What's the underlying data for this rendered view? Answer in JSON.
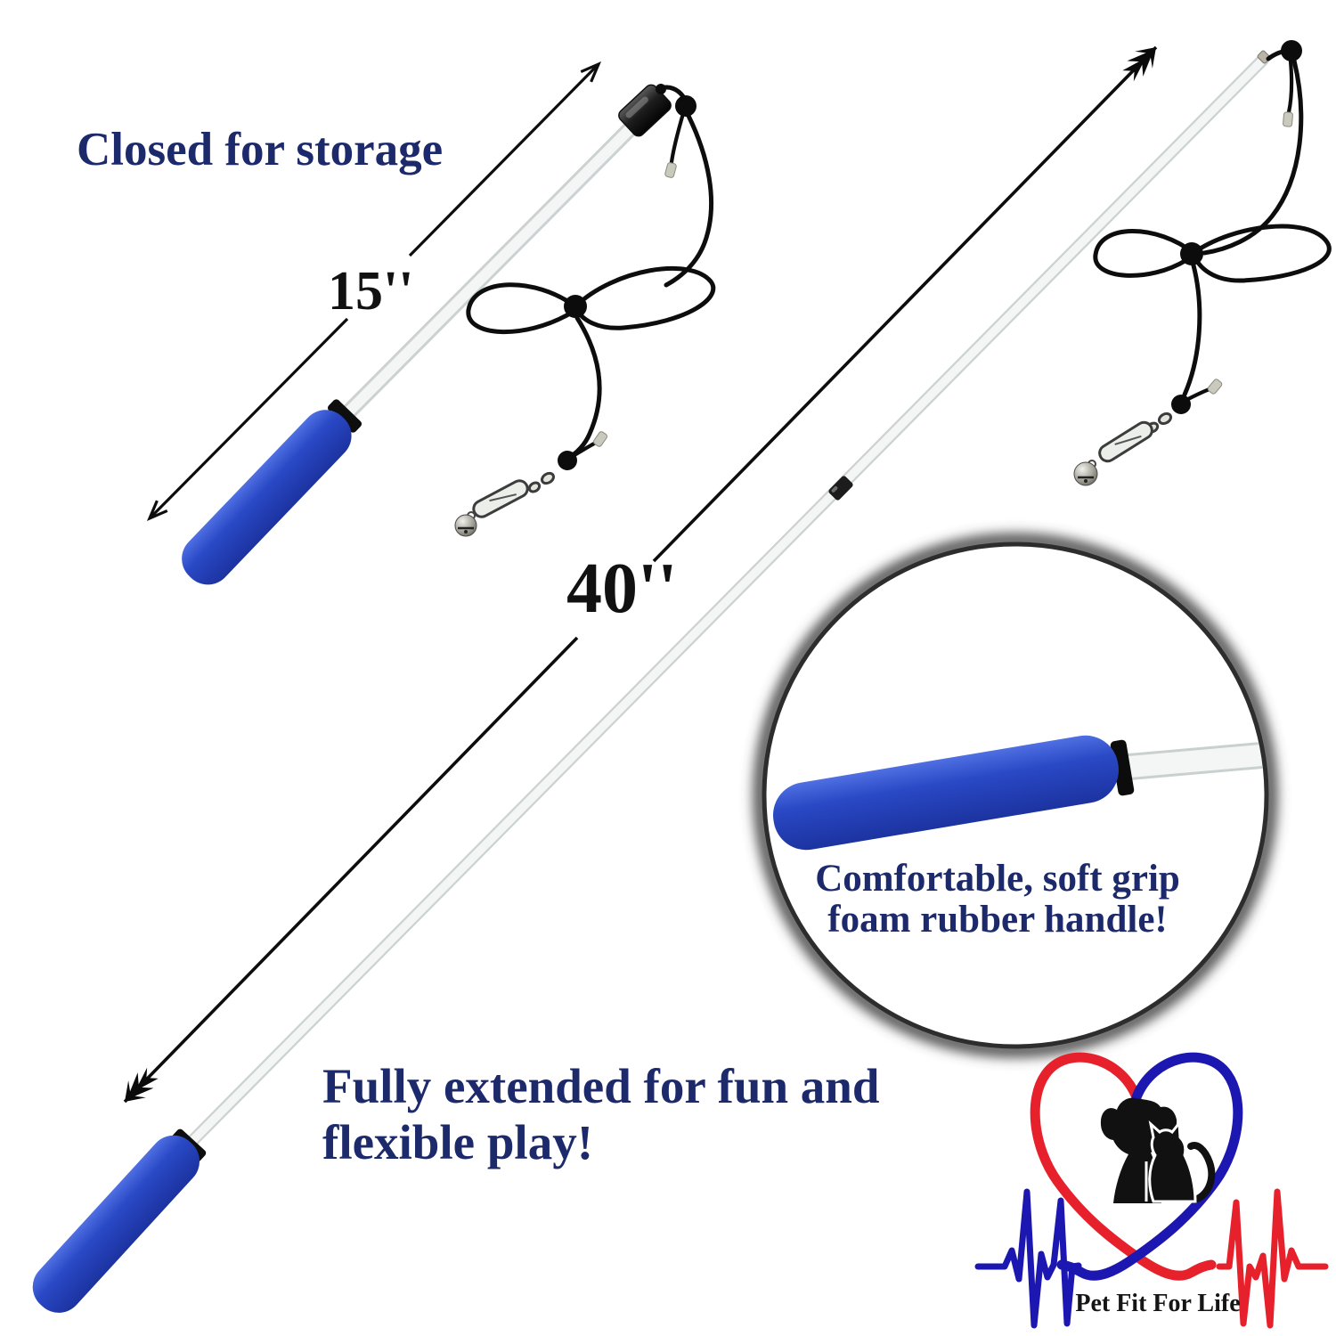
{
  "colors": {
    "navy": "#1c2a6b",
    "text-black": "#111111",
    "handle-blue": "#2a49c6",
    "handle-blue-light": "#4263dd",
    "handle-blue-dark": "#1c33a0",
    "cord-black": "#0d0d0d",
    "rod-white": "#f4f6f6",
    "rod-edge": "#ccd2d2",
    "logo-red": "#e6212b",
    "logo-blue": "#1c17b0"
  },
  "annotations": {
    "closed_title": "Closed for storage",
    "closed_length_label": "15''",
    "extended_length_label": "40''",
    "inset_caption_line1": "Comfortable, soft grip",
    "inset_caption_line2": "foam rubber handle!",
    "extended_caption_line1": "Fully extended for fun and",
    "extended_caption_line2": "flexible play!"
  },
  "logo": {
    "brand": "Pet Fit For Life"
  }
}
